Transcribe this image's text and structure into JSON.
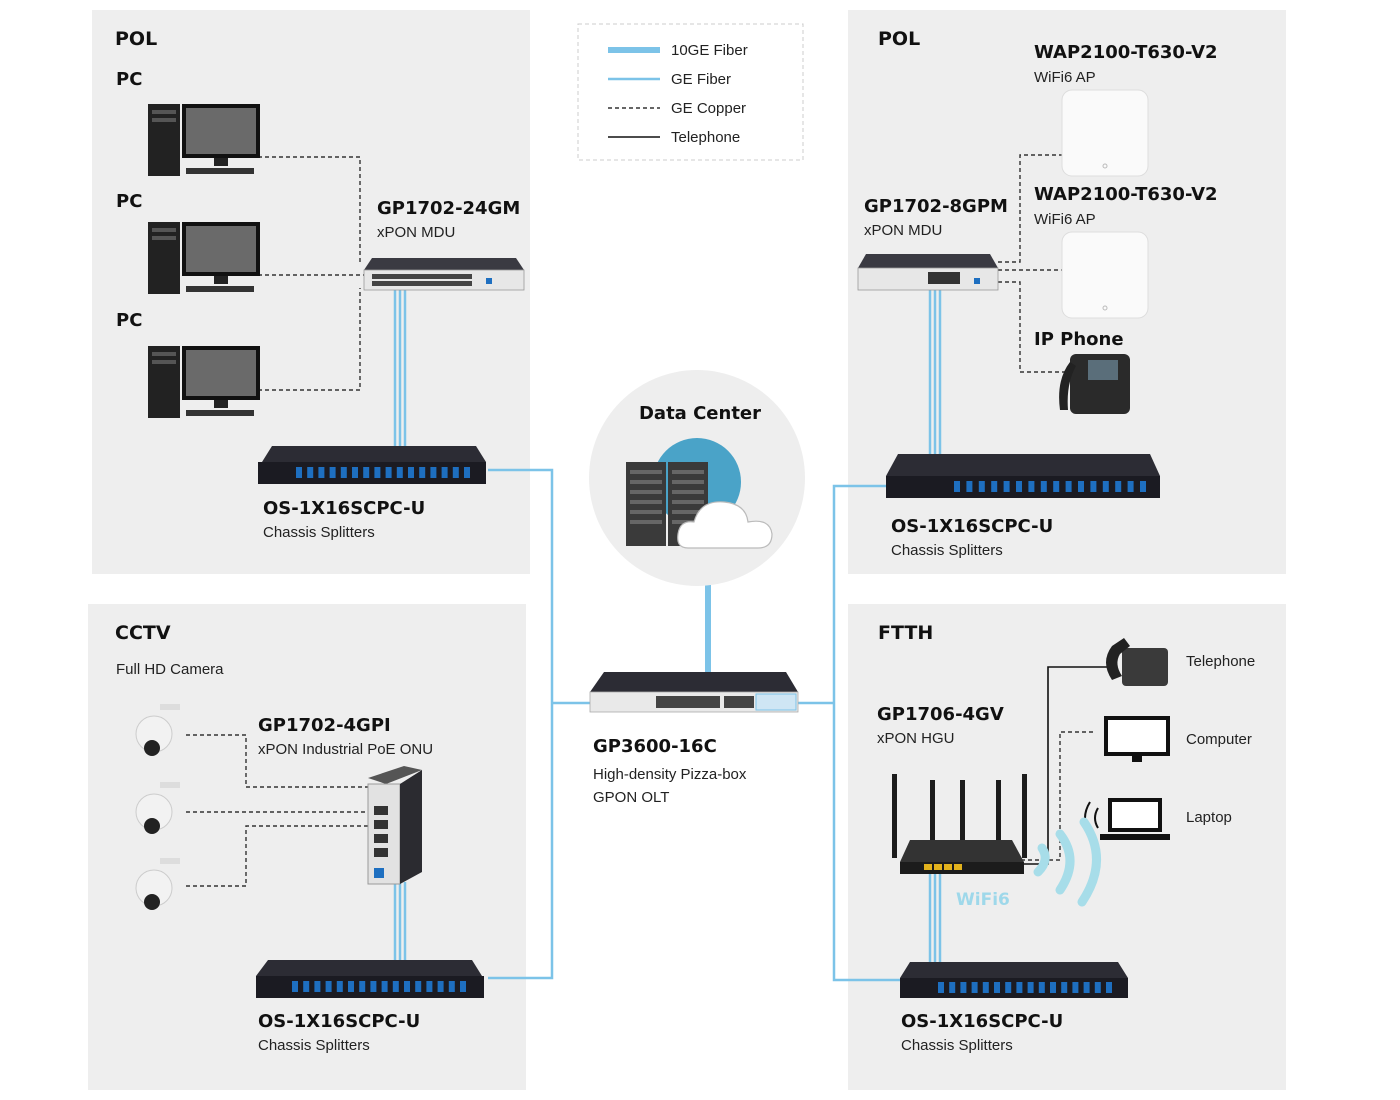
{
  "legend": {
    "items": [
      {
        "label": "10GE Fiber"
      },
      {
        "label": "GE Fiber"
      },
      {
        "label": "GE Copper"
      },
      {
        "label": "Telephone"
      }
    ]
  },
  "zones": {
    "pol_left": {
      "title": "POL",
      "pc_labels": [
        "PC",
        "PC",
        "PC"
      ],
      "mdu": {
        "name": "GP1702-24GM",
        "desc": "xPON MDU"
      },
      "splitter": {
        "name": "OS-1X16SCPC-U",
        "desc": "Chassis  Splitters"
      }
    },
    "pol_right": {
      "title": "POL",
      "ap1": {
        "name": "WAP2100-T630-V2",
        "desc": "WiFi6 AP"
      },
      "ap2": {
        "name": "WAP2100-T630-V2",
        "desc": "WiFi6 AP"
      },
      "mdu": {
        "name": "GP1702-8GPM",
        "desc": "xPON MDU"
      },
      "phone": {
        "name": "IP Phone"
      },
      "splitter": {
        "name": "OS-1X16SCPC-U",
        "desc": "Chassis  Splitters"
      }
    },
    "cctv": {
      "title": "CCTV",
      "subtitle": "Full HD Camera",
      "onu": {
        "name": "GP1702-4GPI",
        "desc": "xPON Industrial PoE ONU"
      },
      "splitter": {
        "name": "OS-1X16SCPC-U",
        "desc": "Chassis  Splitters"
      }
    },
    "ftth": {
      "title": "FTTH",
      "hgu": {
        "name": "GP1706-4GV",
        "desc": "xPON HGU"
      },
      "wifi_label": "WiFi6",
      "clients": [
        {
          "label": "Telephone"
        },
        {
          "label": "Computer"
        },
        {
          "label": "Laptop"
        }
      ],
      "splitter": {
        "name": "OS-1X16SCPC-U",
        "desc": "Chassis  Splitters"
      }
    }
  },
  "center": {
    "datacenter": {
      "title": "Data Center"
    },
    "olt": {
      "name": "GP3600-16C",
      "desc_line1": "High-density Pizza-box",
      "desc_line2": "GPON OLT"
    }
  },
  "colors": {
    "fiber": "#7cc3e8",
    "panel": "#eeeeee",
    "device": "#2c2c34",
    "port_blue": "#1e6fc0"
  }
}
